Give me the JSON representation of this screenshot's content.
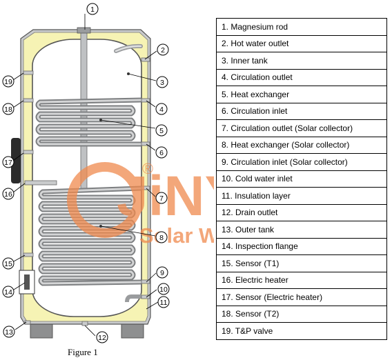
{
  "callouts": [
    "1",
    "2",
    "3",
    "4",
    "5",
    "6",
    "7",
    "8",
    "9",
    "10",
    "11",
    "12",
    "13",
    "14",
    "15",
    "16",
    "17",
    "18",
    "19"
  ],
  "legend": [
    "1. Magnesium rod",
    "2. Hot water outlet",
    "3. Inner tank",
    "4. Circulation outlet",
    "5. Heat exchanger",
    "6. Circulation inlet",
    "7. Circulation outlet (Solar collector)",
    "8. Heat exchanger (Solar collector)",
    "9. Circulation inlet (Solar collector)",
    "10. Cold water inlet",
    "11. Insulation layer",
    "12. Drain outlet",
    "13. Outer tank",
    "14. Inspection flange",
    "15. Sensor (T1)",
    "16. Electric heater",
    "17. Sensor (Electric heater)",
    "18. Sensor (T2)",
    "19. T&P valve"
  ],
  "caption": "Figure 1",
  "watermark": {
    "brand": "JiNYi",
    "registered": "®",
    "tagline": "Solar Water Heater"
  },
  "colors": {
    "insulation": "#f6f3b4",
    "tank_shell": "#c9cbcc",
    "inner_tank": "#ffffff",
    "coil": "#8e9092",
    "watermark": "#f08a4e"
  }
}
